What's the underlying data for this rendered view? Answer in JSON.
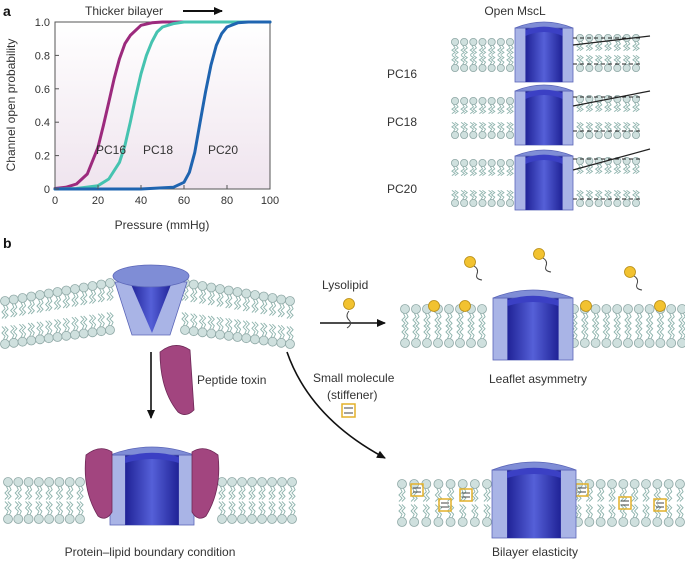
{
  "panels": {
    "a": "a",
    "b": "b"
  },
  "chart_data": {
    "type": "line",
    "xlabel": "Pressure (mmHg)",
    "ylabel": "Channel open probability",
    "xlim": [
      0,
      100
    ],
    "ylim": [
      0,
      1
    ],
    "xticks": [
      "0",
      "20",
      "40",
      "60",
      "80",
      "100"
    ],
    "yticks": [
      "0",
      "0.2",
      "0.4",
      "0.6",
      "0.8",
      "1.0"
    ],
    "annotation": "Thicker bilayer",
    "series": [
      {
        "name": "PC16",
        "color": "#9c2a7d",
        "x": [
          0,
          5,
          10,
          15,
          20,
          22.5,
          25,
          27.5,
          30,
          32.5,
          35,
          40,
          45,
          50,
          60,
          80,
          100
        ],
        "y": [
          0.003,
          0.01,
          0.03,
          0.09,
          0.25,
          0.38,
          0.52,
          0.66,
          0.78,
          0.87,
          0.92,
          0.98,
          0.995,
          1,
          1,
          1,
          1
        ]
      },
      {
        "name": "PC18",
        "color": "#46c3b0",
        "x": [
          0,
          10,
          20,
          25,
          30,
          32.5,
          35,
          37.5,
          40,
          42.5,
          45,
          47.5,
          50,
          55,
          60,
          80,
          100
        ],
        "y": [
          0,
          0.003,
          0.02,
          0.06,
          0.16,
          0.26,
          0.4,
          0.55,
          0.69,
          0.8,
          0.88,
          0.94,
          0.97,
          0.99,
          1,
          1,
          1
        ]
      },
      {
        "name": "PC20",
        "color": "#1f64b0",
        "x": [
          0,
          40,
          55,
          60,
          62.5,
          65,
          67.5,
          70,
          72.5,
          75,
          77.5,
          80,
          85,
          90,
          100
        ],
        "y": [
          0,
          0,
          0.01,
          0.04,
          0.1,
          0.22,
          0.4,
          0.58,
          0.74,
          0.86,
          0.93,
          0.97,
          0.995,
          1,
          1
        ]
      }
    ]
  },
  "diagram_a": {
    "title": "Open MscL",
    "rows": [
      "PC16",
      "PC18",
      "PC20"
    ]
  },
  "diagram_b": {
    "lysolipid": "Lysolipid",
    "peptide_toxin": "Peptide toxin",
    "small_molecule_1": "Small molecule",
    "small_molecule_2": "(stiffener)",
    "leaflet_asymmetry": "Leaflet asymmetry",
    "boundary_condition": "Protein–lipid boundary condition",
    "bilayer_elasticity": "Bilayer elasticity"
  },
  "colors": {
    "protein_light": "#a9b4e6",
    "protein_mid": "#7f8dd6",
    "protein_dark": "#2d2fb0",
    "toxin": "#a2457f",
    "lipid_head": "#cfe0de",
    "lipid_head_stroke": "#8fa8a6",
    "lysolipid_head": "#f2c230"
  }
}
